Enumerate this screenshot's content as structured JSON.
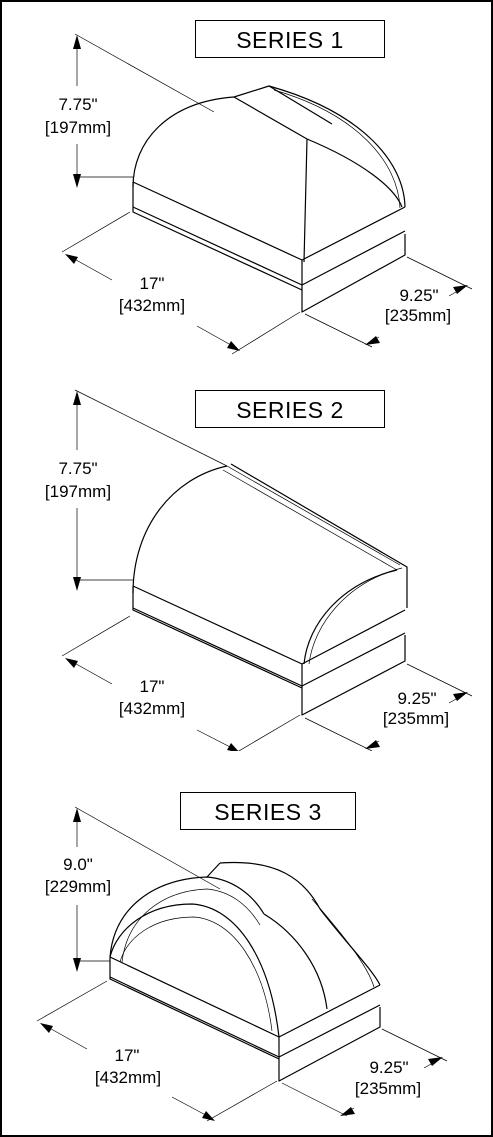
{
  "series": [
    {
      "title": "SERIES 1",
      "height_in": "7.75\"",
      "height_mm": "[197mm]",
      "length_in": "17\"",
      "length_mm": "[432mm]",
      "depth_in": "9.25\"",
      "depth_mm": "[235mm]"
    },
    {
      "title": "SERIES 2",
      "height_in": "7.75\"",
      "height_mm": "[197mm]",
      "length_in": "17\"",
      "length_mm": "[432mm]",
      "depth_in": "9.25\"",
      "depth_mm": "[235mm]"
    },
    {
      "title": "SERIES 3",
      "height_in": "9.0\"",
      "height_mm": "[229mm]",
      "length_in": "17\"",
      "length_mm": "[432mm]",
      "depth_in": "9.25\"",
      "depth_mm": "[235mm]"
    }
  ]
}
